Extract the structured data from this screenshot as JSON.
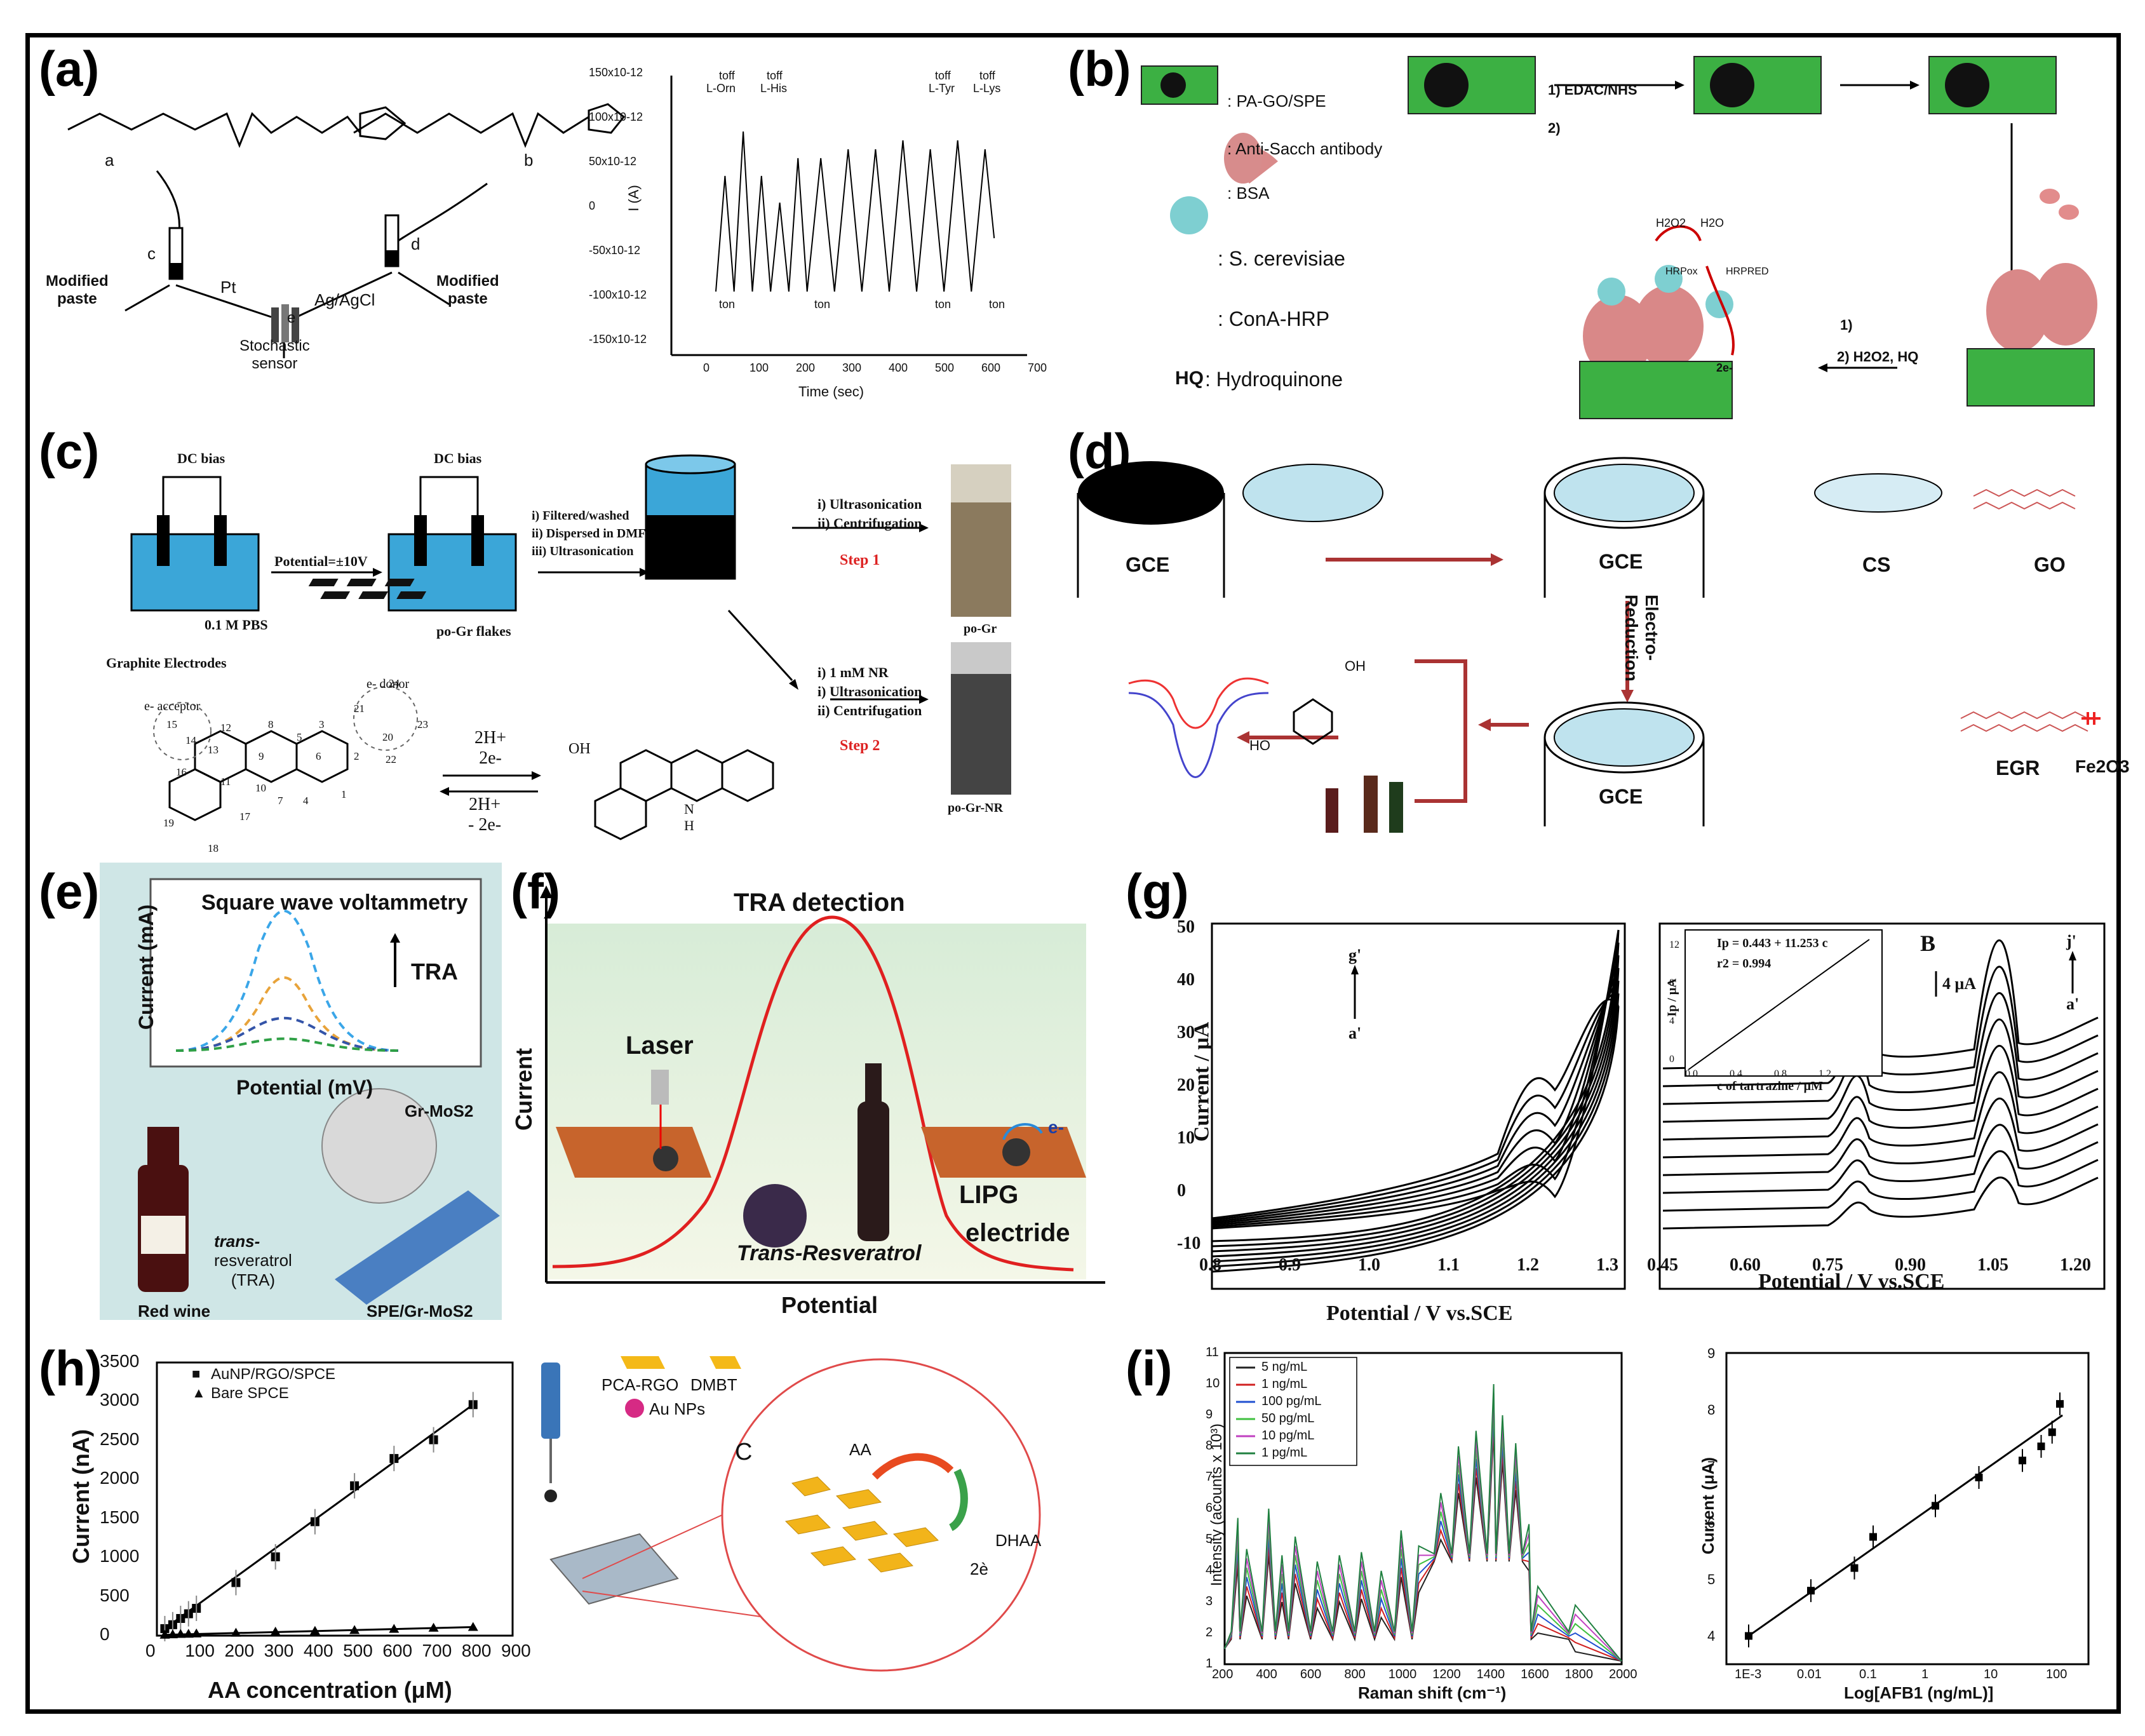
{
  "panels": {
    "a": {
      "label": "(a)",
      "mol_a": "a",
      "mol_b": "b",
      "c": "c",
      "d": "d",
      "e": "e",
      "modified_paste": "Modified\npaste",
      "pt": "Pt",
      "agagcl": "Ag/AgCl",
      "stochastic": "Stochastic\nsensor",
      "chart": {
        "ylabel": "I (A)",
        "xlabel": "Time (sec)",
        "yticks": [
          "150x10-12",
          "100x10-12",
          "50x10-12",
          "0",
          "-50x10-12",
          "-100x10-12",
          "-150x10-12"
        ],
        "xticks": [
          "0",
          "100",
          "200",
          "300",
          "400",
          "500",
          "600",
          "700"
        ],
        "annotations": [
          "L-Orn",
          "L-His",
          "L-Tyr",
          "L-Lys",
          "toff",
          "ton"
        ]
      }
    },
    "b": {
      "label": "(b)",
      "legend": [
        ": PA-GO/SPE",
        ": Anti-Sacch antibody",
        ": BSA",
        ": S. cerevisiae",
        ": ConA-HRP",
        ": Hydroquinone"
      ],
      "hq": "HQ",
      "steps": [
        "1) EDAC/NHS",
        "2)",
        "1)",
        "2) H2O2, HQ"
      ],
      "h2o2": "H2O2",
      "h2o": "H2O",
      "hrp_ox": "HRPox",
      "hrp_red": "HRPRED",
      "two_e": "2e-"
    },
    "c": {
      "label": "(c)",
      "dc_bias": "DC bias",
      "potential": "Potential=±10V",
      "pbs": "0.1 M PBS",
      "graphite": "Graphite Electrodes",
      "flakes": "po-Gr flakes",
      "process": [
        "i) Filtered/washed",
        "ii) Dispersed in DMF",
        "iii) Ultrasonication"
      ],
      "step1_lines": [
        "i) Ultrasonication",
        "ii) Centrifugation"
      ],
      "step1": "Step 1",
      "step2_lines": [
        "i) 1 mM NR",
        "i) Ultrasonication",
        "ii) Centrifugation"
      ],
      "step2": "Step 2",
      "po_gr": "po-Gr",
      "po_gr_nr": "po-Gr-NR",
      "acceptor": "e- acceptor",
      "donor": "e- donor",
      "reaction_top": "2H+\n2e-",
      "reaction_bottom": "2H+\n- 2e-",
      "oh": "OH",
      "nh": "N\nH",
      "ring_numbers": [
        "15",
        "14",
        "12",
        "13",
        "16",
        "11",
        "10",
        "8",
        "7",
        "9",
        "6",
        "5",
        "4",
        "3",
        "2",
        "1",
        "17",
        "18",
        "19",
        "20",
        "21",
        "22",
        "23",
        "24"
      ]
    },
    "d": {
      "label": "(d)",
      "gce": "GCE",
      "cs": "CS",
      "go": "GO",
      "egr": "EGR",
      "fe2o3": "Fe2O3",
      "electro": "Electro-\nReduction",
      "oh": "OH",
      "ho": "HO"
    },
    "e": {
      "label": "(e)",
      "swv": "Square wave voltammetry",
      "ylabel": "Current (mA)",
      "xlabel": "Potential (mV)",
      "tra": "TRA",
      "gr_mos2": "Gr-MoS2",
      "trans": "trans-",
      "resveratrol": "resveratrol\n(TRA)",
      "red_wine": "Red wine",
      "spe": "SPE/Gr-MoS2"
    },
    "f": {
      "label": "(f)",
      "title": "TRA detection",
      "laser": "Laser",
      "lipg": "LIPG",
      "electride": "electride",
      "trans": "Trans-Resveratrol",
      "ylabel": "Current",
      "xlabel": "Potential",
      "e_minus": "e-"
    },
    "g": {
      "label": "(g)",
      "left": {
        "ylabel": "Current / μA",
        "xlabel": "Potential / V vs.SCE",
        "xticks": [
          "0.8",
          "0.9",
          "1.0",
          "1.1",
          "1.2",
          "1.3"
        ],
        "yticks": [
          "50",
          "40",
          "30",
          "20",
          "10",
          "0",
          "-10"
        ],
        "g_prime": "g'",
        "a_prime": "a'"
      },
      "right": {
        "xlabel": "Potential / V vs.SCE",
        "xticks": [
          "0.45",
          "0.60",
          "0.75",
          "0.90",
          "1.05",
          "1.20"
        ],
        "b": "B",
        "scale": "4 μA",
        "j_prime": "j'",
        "a_prime": "a'",
        "inset_eq": "Ip = 0.443 + 11.253 c",
        "inset_r2": "r2 = 0.994",
        "inset_ylabel": "Ip / μA",
        "inset_xlabel": "c of tartrazine / μM",
        "inset_xticks": [
          "0.0",
          "0.4",
          "0.8",
          "1.2"
        ],
        "inset_yticks": [
          "12",
          "8",
          "4",
          "0"
        ]
      }
    },
    "h": {
      "label": "(h)",
      "chart": {
        "type": "scatter",
        "xlabel": "AA concentration (μM)",
        "ylabel": "Current (nA)",
        "xticks": [
          "0",
          "100",
          "200",
          "300",
          "400",
          "500",
          "600",
          "700",
          "800",
          "900"
        ],
        "yticks": [
          "0",
          "500",
          "1000",
          "1500",
          "2000",
          "2500",
          "3000",
          "3500"
        ],
        "xlim": [
          0,
          900
        ],
        "ylim": [
          0,
          3500
        ]
      },
      "legend": [
        "AuNP/RGO/SPCE",
        "Bare SPCE"
      ],
      "pca_rgo": "PCA-RGO",
      "dmbt": "DMBT",
      "au_nps": "Au NPs",
      "c": "C",
      "aa": "AA",
      "dhaa": "DHAA",
      "two_e": "2è"
    },
    "i": {
      "label": "(i)",
      "left": {
        "ylabel": "Intensity (acounts x 10³)",
        "xlabel": "Raman shift (cm⁻¹)",
        "xticks": [
          "200",
          "400",
          "600",
          "800",
          "1000",
          "1200",
          "1400",
          "1600",
          "1800",
          "2000"
        ],
        "yticks": [
          "1",
          "2",
          "3",
          "4",
          "5",
          "6",
          "7",
          "8",
          "9",
          "10",
          "11"
        ]
      },
      "legend": [
        "5 ng/mL",
        "1 ng/mL",
        "100 pg/mL",
        "50 pg/mL",
        "10 pg/mL",
        "1 pg/mL"
      ],
      "right": {
        "ylabel": "Current (μA)",
        "xlabel": "Log[AFB1 (ng/mL)]",
        "xticks": [
          "1E-3",
          "0.01",
          "0.1",
          "1",
          "10",
          "100"
        ],
        "yticks": [
          "4",
          "5",
          "6",
          "7",
          "8",
          "9"
        ]
      }
    }
  },
  "chart_data": [
    {
      "type": "line",
      "panel": "a",
      "xlabel": "Time (sec)",
      "ylabel": "I (A)",
      "xlim": [
        -100,
        700
      ],
      "ylim": [
        -1.5e-10,
        1.5e-10
      ],
      "series": [
        {
          "x": [
            0,
            20,
            40,
            60,
            80,
            100,
            120,
            140,
            160,
            180,
            200,
            230,
            260,
            290,
            320,
            350,
            380,
            410,
            440,
            470,
            500,
            530,
            560,
            590,
            610
          ],
          "y": [
            -5e-11,
            8e-11,
            -5e-11,
            1.3e-10,
            -5e-11,
            8e-11,
            -5e-11,
            5e-11,
            -5e-11,
            1e-10,
            -5e-11,
            1e-10,
            -5e-11,
            1.1e-10,
            -5e-11,
            1.1e-10,
            -5e-11,
            1.2e-10,
            -5e-11,
            1.1e-10,
            -5e-11,
            1.2e-10,
            -5e-11,
            1.1e-10,
            1e-11
          ]
        }
      ]
    },
    {
      "type": "scatter",
      "panel": "h",
      "xlabel": "AA concentration (μM)",
      "ylabel": "Current (nA)",
      "xlim": [
        0,
        900
      ],
      "ylim": [
        0,
        3500
      ],
      "x": [
        20,
        40,
        60,
        80,
        100,
        200,
        300,
        400,
        500,
        600,
        700,
        800
      ],
      "series": [
        {
          "name": "AuNP/RGO/SPCE",
          "values": [
            90,
            140,
            220,
            280,
            350,
            680,
            1010,
            1460,
            1920,
            2270,
            2510,
            2960
          ]
        },
        {
          "name": "Bare SPCE",
          "values": [
            10,
            15,
            20,
            22,
            26,
            36,
            50,
            60,
            70,
            85,
            100,
            110
          ]
        }
      ]
    },
    {
      "type": "scatter",
      "panel": "i",
      "xlabel": "Log[AFB1 (ng/mL)]",
      "ylabel": "Current (μA)",
      "ylim": [
        3.5,
        9
      ],
      "x": [
        0.001,
        0.01,
        0.05,
        0.1,
        1,
        5,
        25,
        50,
        75,
        100
      ],
      "series": [
        {
          "values": [
            4.0,
            4.8,
            5.2,
            5.75,
            6.3,
            6.8,
            7.1,
            7.35,
            7.6,
            8.1
          ]
        }
      ]
    }
  ]
}
